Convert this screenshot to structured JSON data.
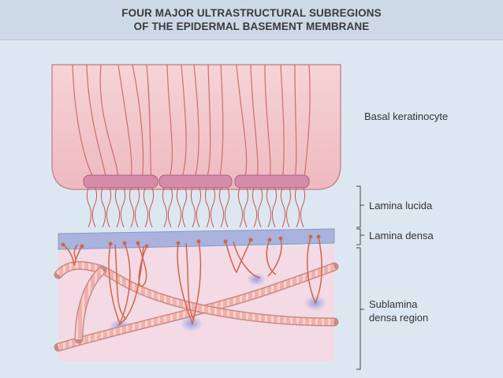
{
  "title": {
    "line1": "FOUR MAJOR ULTRASTRUCTURAL SUBREGIONS",
    "line2": "OF THE EPIDERMAL BASEMENT MEMBRANE"
  },
  "labels": {
    "basal_keratinocyte": "Basal keratinocyte",
    "lamina_lucida": "Lamina lucida",
    "lamina_densa": "Lamina densa",
    "sublamina_line1": "Sublamina",
    "sublamina_line2": "densa region"
  },
  "colors": {
    "cell_fill": "#f2c7cb",
    "cell_stroke": "#c9848d",
    "hemidesmosome": "#d48aa6",
    "filament": "#c95a4f",
    "lamina_densa": "#aab4de",
    "fibril": "#eda5a2",
    "sublamina_bg": "#f5dde6",
    "anchoring_plaque": "#aeb8ea"
  }
}
